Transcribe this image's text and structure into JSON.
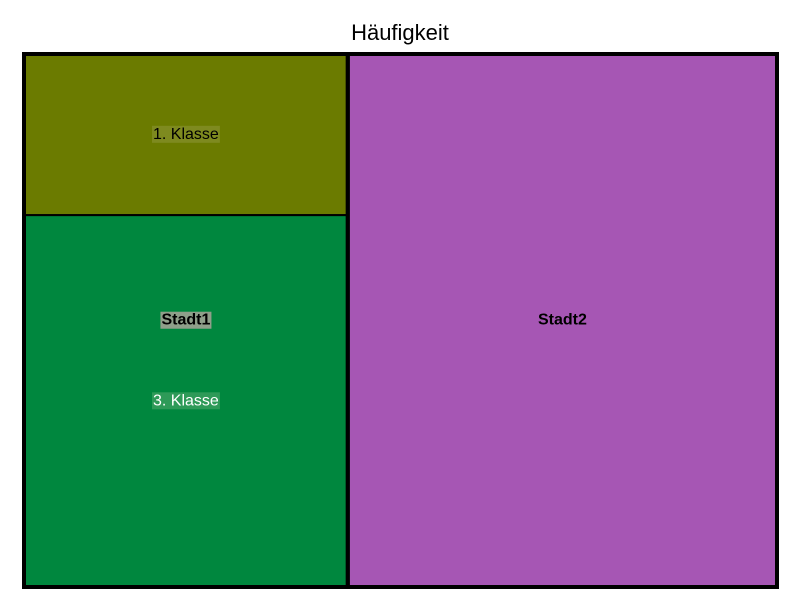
{
  "chart_data": {
    "type": "treemap",
    "title": "Häufigkeit",
    "groups": [
      {
        "name": "Stadt1",
        "value": 43,
        "color": "#8F9F8A",
        "children": [
          {
            "name": "1. Klasse",
            "value": 13,
            "color": "#6B7B00"
          },
          {
            "name": "3. Klasse",
            "value": 30,
            "color": "#00873E"
          }
        ]
      },
      {
        "name": "Stadt2",
        "value": 57,
        "color": "#A656B4",
        "children": [
          {
            "name": "",
            "value": 57,
            "color": "#A656B4"
          }
        ]
      }
    ]
  }
}
